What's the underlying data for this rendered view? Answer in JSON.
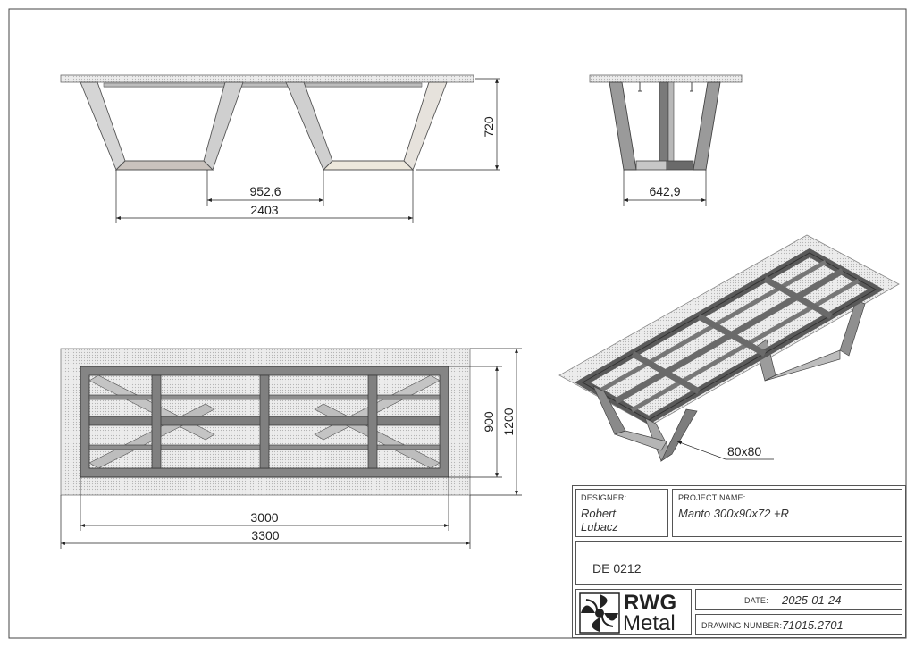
{
  "dimensions": {
    "front_height": "720",
    "front_inner": "952,6",
    "front_span": "2403",
    "side_width": "642,9",
    "top_inner_width": "900",
    "top_outer_width": "1200",
    "top_inner_length": "3000",
    "top_outer_length": "3300",
    "profile": "80x80"
  },
  "title_block": {
    "designer_label": "DESIGNER:",
    "designer_name_line1": "Robert",
    "designer_name_line2": "Lubacz",
    "project_label": "PROJECT NAME:",
    "project_name": "Manto 300x90x72 +R",
    "drawing_code": "DE 0212",
    "logo_text_top": "RWG",
    "logo_text_bottom": "Metal",
    "date_label": "DATE:",
    "date_value": "2025-01-24",
    "drawing_number_label": "DRAWING NUMBER:",
    "drawing_number_value": "71015.2701"
  },
  "colors": {
    "steel": "#858585",
    "steel_dark": "#5e5e5e",
    "steel_light": "#bdbdbd",
    "tabletop": "#e6e6e6",
    "line": "#222222"
  }
}
